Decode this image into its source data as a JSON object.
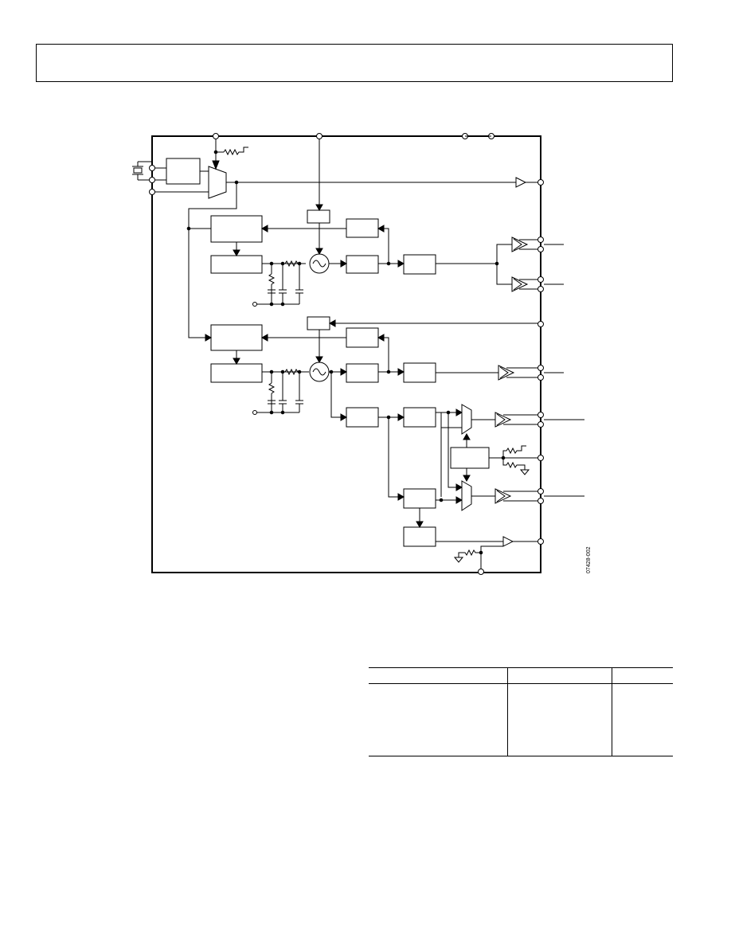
{
  "page": {
    "figure_id": "07428-002"
  },
  "table": {
    "columns": 3,
    "rows": 0
  }
}
